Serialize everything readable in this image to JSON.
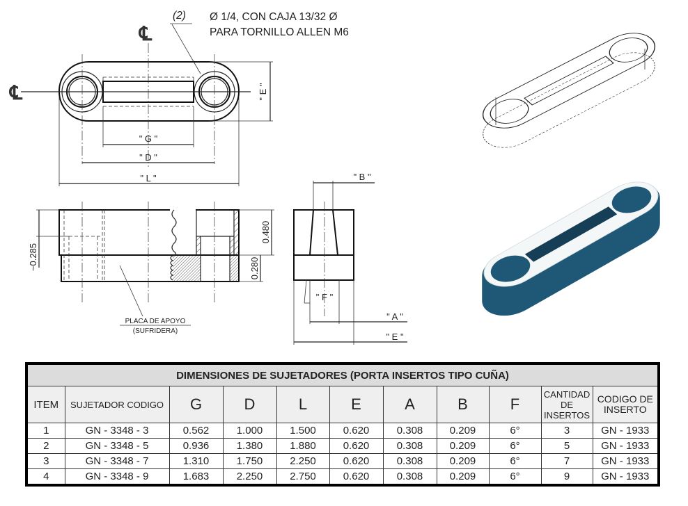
{
  "drawing": {
    "note_ref": "(2)",
    "note_line1": "Ø 1/4, CON CAJA 13/32 Ø",
    "note_line2": "PARA TORNILLO ALLEN M6",
    "centerline_symbol": "℄",
    "dim_E": "\" E \"",
    "dim_G": "\" G \"",
    "dim_D": "\" D \"",
    "dim_L": "\" L \"",
    "dim_B": "\" B \"",
    "dim_A": "\" A \"",
    "dim_F": "\" F \"",
    "dim_E_side": "\" E \"",
    "dim_0480": "0.480",
    "dim_0280": "0.280",
    "dim_0285": "~0.285",
    "plate_label": "PLACA DE APOYO",
    "plate_sublabel": "(SUFRIDERA)"
  },
  "colors": {
    "solid_blue": "#1f5876",
    "solid_dark": "#163f57"
  },
  "table": {
    "title": "DIMENSIONES DE SUJETADORES (PORTA INSERTOS TIPO CUÑA)",
    "headers": [
      "ITEM",
      "SUJETADOR CODIGO",
      "G",
      "D",
      "L",
      "E",
      "A",
      "B",
      "F",
      "CANTIDAD DE INSERTOS",
      "CODIGO DE INSERTO"
    ],
    "rows": [
      [
        "1",
        "GN - 3348 - 3",
        "0.562",
        "1.000",
        "1.500",
        "0.620",
        "0.308",
        "0.209",
        "6°",
        "3",
        "GN - 1933"
      ],
      [
        "2",
        "GN - 3348 - 5",
        "0.936",
        "1.380",
        "1.880",
        "0.620",
        "0.308",
        "0.209",
        "6°",
        "5",
        "GN - 1933"
      ],
      [
        "3",
        "GN - 3348 - 7",
        "1.310",
        "1.750",
        "2.250",
        "0.620",
        "0.308",
        "0.209",
        "6°",
        "7",
        "GN - 1933"
      ],
      [
        "4",
        "GN - 3348 - 9",
        "1.683",
        "2.250",
        "2.750",
        "0.620",
        "0.308",
        "0.209",
        "6°",
        "9",
        "GN - 1933"
      ]
    ]
  }
}
